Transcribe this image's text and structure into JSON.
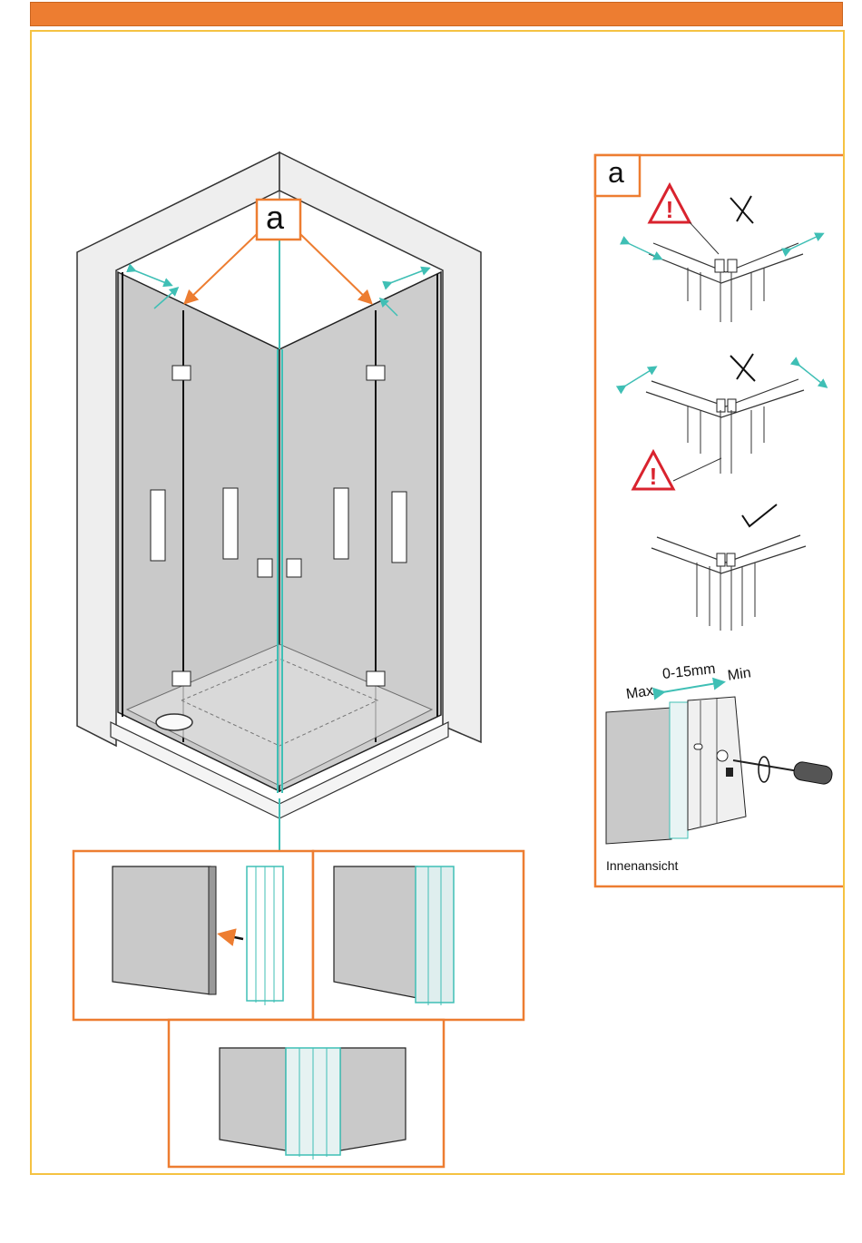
{
  "callout": {
    "main_label": "a",
    "detail_label": "a"
  },
  "adjustment": {
    "range": "0-15mm",
    "max": "Max",
    "min": "Min"
  },
  "view_label": "Innenansicht",
  "colors": {
    "accent": "#ed7d31",
    "frame": "#f5c242",
    "teal": "#3fbfb5",
    "warning": "#d9232e"
  },
  "icons": [
    "warning-icon",
    "cross-mark-icon",
    "check-mark-icon",
    "screwdriver-icon",
    "rotation-arrow-icon",
    "push-arrow-icon"
  ]
}
